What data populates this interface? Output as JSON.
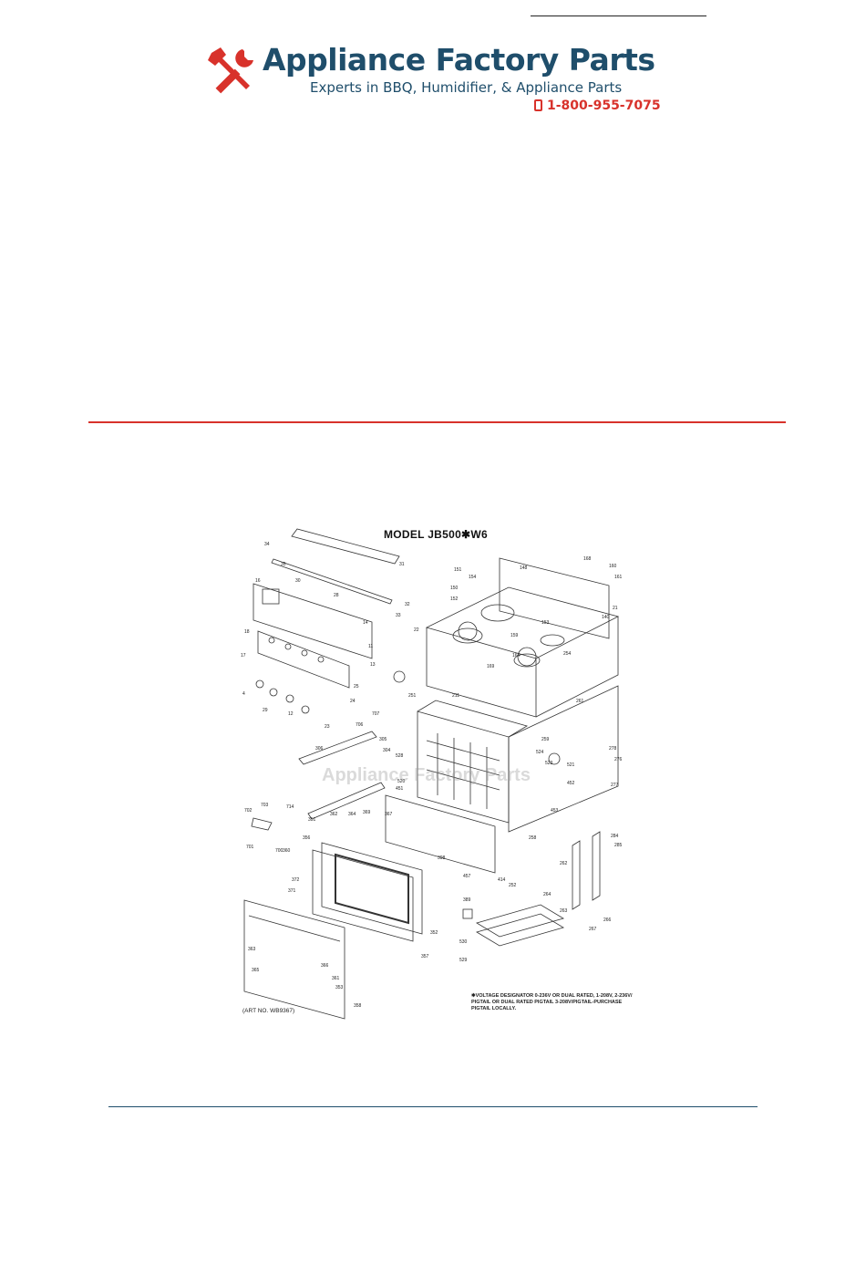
{
  "header": {
    "brand_name": "Appliance Factory Parts",
    "tagline": "Experts in BBQ, Humidifier, & Appliance Parts",
    "phone": "1-800-955-7075",
    "logo_icon": "wrench-screwdriver-icon",
    "phone_icon": "phone-icon",
    "colors": {
      "brand_blue": "#1f4e6b",
      "brand_red": "#d8322b"
    }
  },
  "diagram": {
    "title": "MODEL  JB500✱W6",
    "watermark": "Appliance Factory Parts",
    "voltage_note": "✱VOLTAGE DESIGNATOR 0-236V OR DUAL RATED, 1-208V, 2-236V/ PIGTAIL OR DUAL RATED PIGTAIL 3-208V/PIGTAIL-PURCHASE PIGTAIL LOCALLY.",
    "art_number": "(ART NO. WB9367)",
    "callouts": [
      "34",
      "35",
      "31",
      "32",
      "33",
      "16",
      "30",
      "28",
      "14",
      "18",
      "17",
      "25",
      "11",
      "13",
      "4",
      "24",
      "29",
      "12",
      "23",
      "706",
      "707",
      "305",
      "306",
      "304",
      "702",
      "703",
      "701",
      "700",
      "714",
      "351",
      "362",
      "356",
      "364",
      "369",
      "367",
      "398",
      "372",
      "371",
      "360",
      "352",
      "363",
      "365",
      "366",
      "361",
      "353",
      "358",
      "168",
      "161",
      "160",
      "148",
      "151",
      "154",
      "150",
      "152",
      "153",
      "159",
      "164",
      "169",
      "21",
      "140",
      "22",
      "251",
      "254",
      "261",
      "259",
      "278",
      "276",
      "277",
      "211",
      "258",
      "262",
      "264",
      "263",
      "267",
      "266",
      "284",
      "285",
      "453",
      "457",
      "414",
      "452",
      "252",
      "451",
      "521",
      "520",
      "523",
      "524",
      "528",
      "389",
      "530",
      "529",
      "357"
    ]
  }
}
